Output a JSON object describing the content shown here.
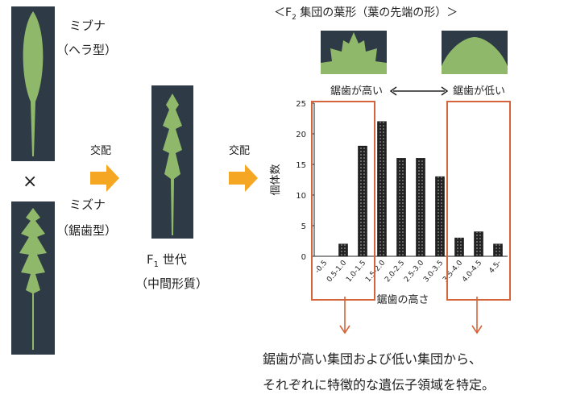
{
  "parents": {
    "mibuna": {
      "name": "ミブナ",
      "type": "（ヘラ型）"
    },
    "cross_symbol": "×",
    "mizuna": {
      "name": "ミズナ",
      "type": "（鋸歯型）"
    }
  },
  "cross_label_1": "交配",
  "f1": {
    "line1": "F",
    "line1_sub": "1",
    "line1_rest": " 世代",
    "line2": "（中間形質）"
  },
  "cross_label_2": "交配",
  "f2_header": {
    "prefix": "＜F",
    "sub": "2",
    "rest": " 集団の葉形（葉の先端の形）＞"
  },
  "serration": {
    "high": "鋸歯が高い",
    "low": "鋸歯が低い"
  },
  "conclusion": {
    "line1": "鋸歯が高い集団および低い集団から、",
    "line2": "それぞれに特徴的な遺伝子領域を特定。"
  },
  "colors": {
    "highlight": "#d4643a",
    "arrow": "#f5a623",
    "bar_fill": "#222222"
  },
  "chart_data": {
    "type": "bar",
    "categories": [
      "-0.5",
      "0.5-1.0",
      "1.0-1.5",
      "1.5-2.0",
      "2.0-2.5",
      "2.5-3.0",
      "3.0-3.5",
      "3.5-4.0",
      "4.0-4.5",
      "4.5-"
    ],
    "values": [
      0,
      2,
      18,
      22,
      16,
      16,
      13,
      3,
      4,
      2
    ],
    "xlabel": "鋸歯の高さ",
    "ylabel": "個体数",
    "ylim": [
      0,
      25
    ],
    "yticks": [
      0,
      5,
      10,
      15,
      20,
      25
    ],
    "highlight_groups": [
      [
        0,
        1,
        2
      ],
      [
        7,
        8,
        9
      ]
    ]
  }
}
